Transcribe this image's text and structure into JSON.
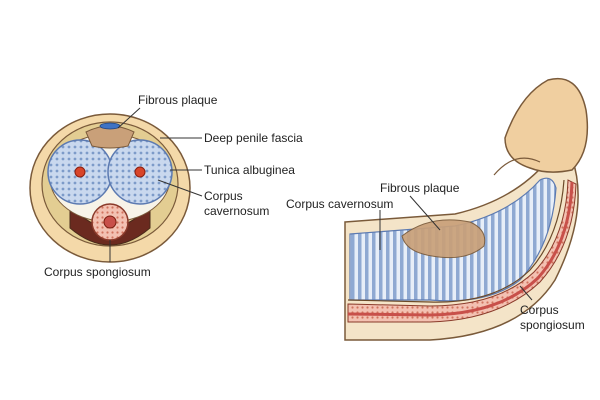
{
  "cross_section": {
    "labels": {
      "fibrous_plaque": "Fibrous plaque",
      "deep_penile_fascia": "Deep penile fascia",
      "tunica_albuginea": "Tunica albuginea",
      "corpus_cavernosum_line1": "Corpus",
      "corpus_cavernosum_line2": "cavernosum",
      "corpus_spongiosum": "Corpus spongiosum"
    }
  },
  "side_view": {
    "labels": {
      "fibrous_plaque": "Fibrous plaque",
      "corpus_cavernosum": "Corpus cavernosum",
      "corpus_spongiosum_line1": "Corpus",
      "corpus_spongiosum_line2": "spongiosum"
    }
  },
  "colors": {
    "skin": "#f2d3a3",
    "tunica": "#d8c389",
    "cavernosum_fill": "#b8cbe6",
    "cavernosum_stripe": "#7d9bc9",
    "spongiosum_red": "#c8504a",
    "spongiosum_pink": "#f0b3a2",
    "plaque": "#c9a079",
    "fascia_blue": "#3f73c4",
    "outline": "#4a3a2a"
  }
}
